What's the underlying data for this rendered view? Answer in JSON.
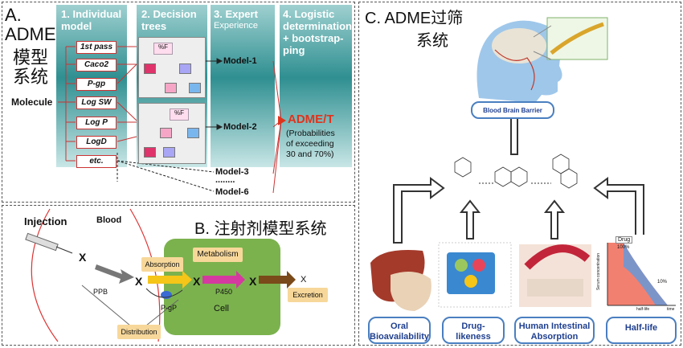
{
  "panel_a": {
    "label": "A.",
    "title_line1": "ADME",
    "title_line2": "模型",
    "title_line3": "系统",
    "columns": [
      {
        "line1": "1. Individual",
        "line2": "model"
      },
      {
        "line1": "2. Decision",
        "line2": "trees"
      },
      {
        "line1": "3. Expert",
        "line2": "Experience"
      },
      {
        "line1": "4. Logistic",
        "line2": "determination",
        "line3": "+ bootstrap-",
        "line4": "ping"
      }
    ],
    "input_label": "Molecule",
    "individual_models": [
      "1st pass",
      "Caco2",
      "P-gp",
      "Log SW",
      "Log P",
      "LogD",
      "etc."
    ],
    "tree_node_label": "%F",
    "models": [
      "Model-1",
      "Model-2",
      "Model-3",
      "Model-6"
    ],
    "ellipsis": "........",
    "output_title": "ADME/T",
    "output_desc": [
      "(Probabilities",
      "of exceeding",
      "30 and 70%)"
    ],
    "colors": {
      "accent_red": "#e0331c",
      "band_teal": "#2f8f91"
    }
  },
  "panel_b": {
    "label": "B. 注射剂模型系统",
    "injection": "Injection",
    "blood": "Blood",
    "x_mark": "X",
    "ppb": "PPB",
    "absorption": "Absorption",
    "metabolism": "Metabolism",
    "p450": "P450",
    "pgp": "P-gP",
    "cell": "Cell",
    "excretion": "Excretion",
    "distribution": "Distribution"
  },
  "panel_c": {
    "label": "C. ADME过筛",
    "label_line2": "系统",
    "bbb": "Blood Brain Barrier",
    "bottom": [
      {
        "line1": "Oral",
        "line2": "Bioavailability"
      },
      {
        "line1": "Drug-",
        "line2": "likeness"
      },
      {
        "line1": "Human Intestinal",
        "line2": "Absorption"
      },
      {
        "line1": "Half-life",
        "line2": ""
      }
    ],
    "drug_badge": "Drug",
    "pct100": "100%",
    "pct10": "10%",
    "y_axis": "Serum concentration",
    "x_axis": "half-life",
    "time": "time"
  }
}
